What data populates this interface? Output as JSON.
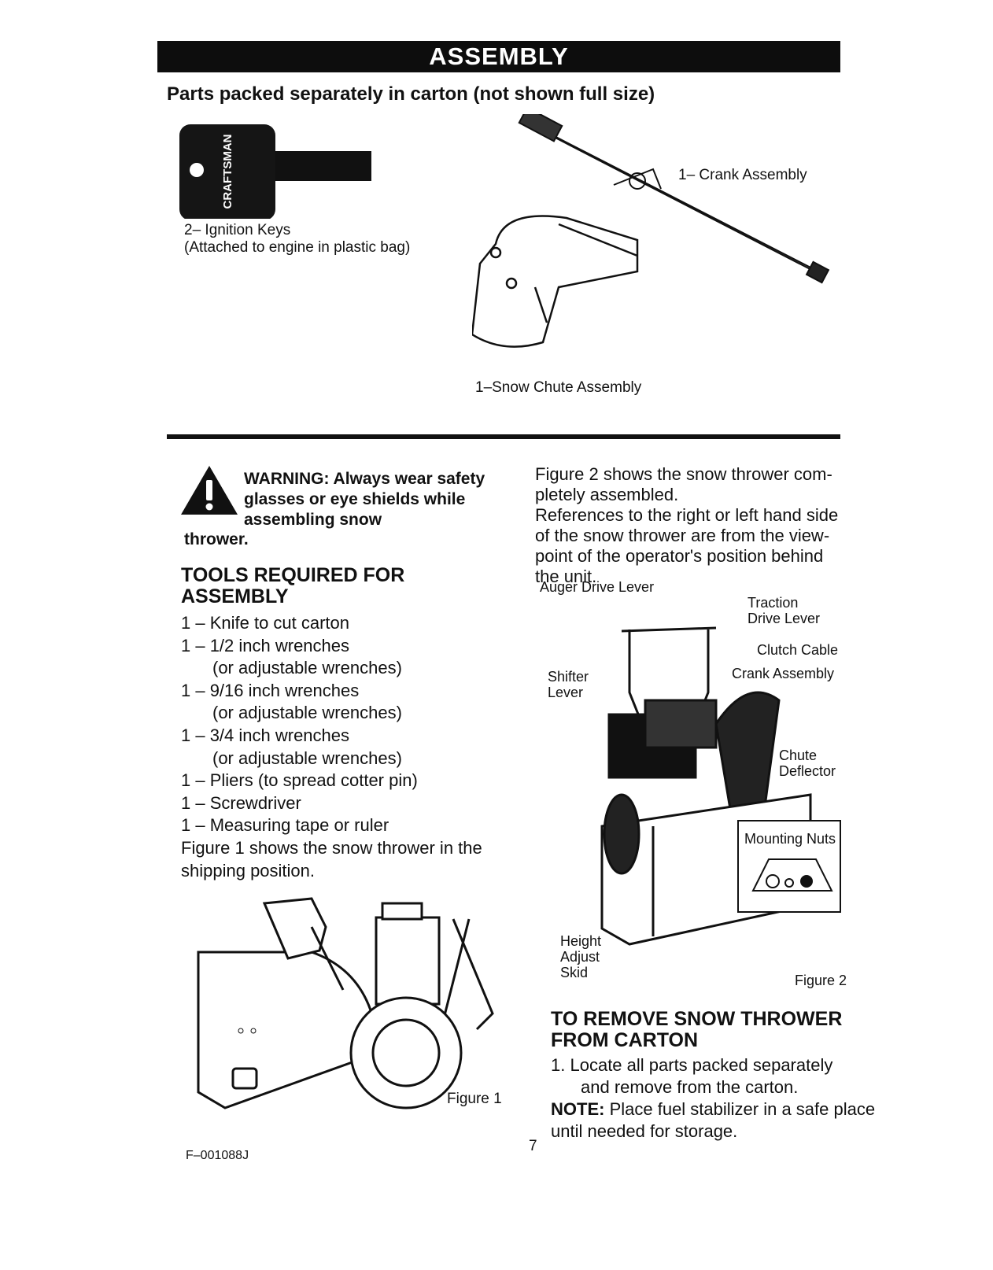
{
  "header": {
    "banner": "ASSEMBLY",
    "subheading": "Parts packed separately in carton (not shown full size)"
  },
  "parts": {
    "key_brand": "CRAFTSMAN",
    "ignition_keys_line1": "2– Ignition Keys",
    "ignition_keys_line2": "(Attached to engine in plastic bag)",
    "crank_assembly": "1– Crank Assembly",
    "snow_chute": "1–Snow Chute Assembly"
  },
  "warning": {
    "text": "WARNING: Always wear safety glasses or eye shields while assembling snow",
    "tail": "thrower."
  },
  "tools": {
    "heading": "TOOLS REQUIRED FOR ASSEMBLY",
    "items": [
      "1 – Knife to cut carton",
      "1 – 1/2 inch wrenches",
      "(or adjustable wrenches)",
      "1 – 9/16 inch wrenches",
      "(or adjustable wrenches)",
      "1 – 3/4 inch wrenches",
      "(or adjustable wrenches)",
      "1 – Pliers (to spread cotter pin)",
      "1 – Screwdriver",
      "1 – Measuring tape or ruler"
    ],
    "figure1_text": "Figure 1 shows the snow thrower in the shipping position."
  },
  "right_intro": {
    "para1": "Figure 2 shows the snow thrower com-pletely assembled.",
    "para2": "References to the right or left hand side of the snow thrower are from the view-point of the operator's position behind the unit."
  },
  "figure2": {
    "auger_drive_lever": "Auger Drive Lever",
    "traction_1": "Traction",
    "traction_2": "Drive Lever",
    "clutch_cable": "Clutch Cable",
    "shifter_1": "Shifter",
    "shifter_2": "Lever",
    "crank_assembly": "Crank Assembly",
    "chute_1": "Chute",
    "chute_2": "Deflector",
    "mounting_nuts": "Mounting Nuts",
    "height_1": "Height",
    "height_2": "Adjust",
    "height_3": "Skid",
    "caption": "Figure 2"
  },
  "figure1": {
    "caption": "Figure 1"
  },
  "remove": {
    "heading": "TO REMOVE SNOW THROWER FROM CARTON",
    "step1_num": "1.",
    "step1_line1": "Locate all parts packed separately",
    "step1_line2": "and remove from the carton.",
    "note_label": "NOTE:",
    "note_text": "Place fuel stabilizer in a safe place until needed for storage."
  },
  "footer": {
    "code": "F–001088J",
    "page": "7"
  }
}
